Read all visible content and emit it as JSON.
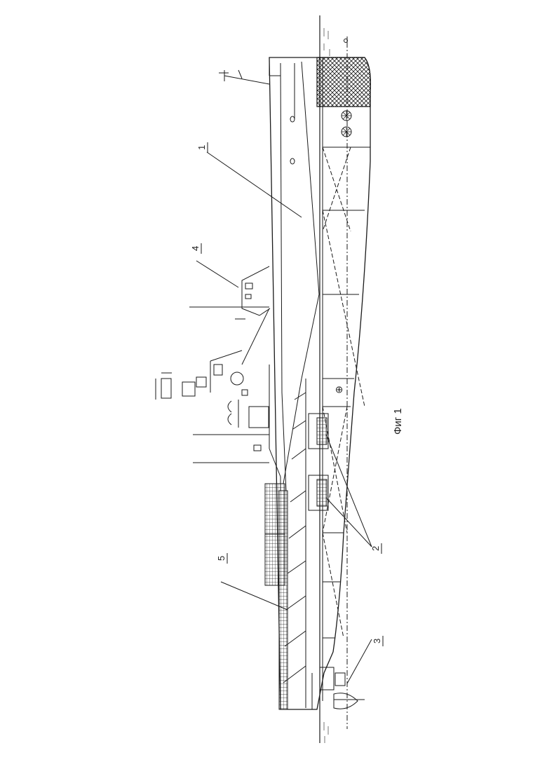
{
  "figure": {
    "caption": "Фиг 1",
    "labels": {
      "hull": "1",
      "drive_units": "2",
      "propulsor": "3",
      "superstructure": "4",
      "deck_cargo": "5"
    },
    "centerline_symbol": "⊕"
  },
  "colors": {
    "ink": "#1a1a1a",
    "paper": "#ffffff",
    "water": "#555555"
  }
}
